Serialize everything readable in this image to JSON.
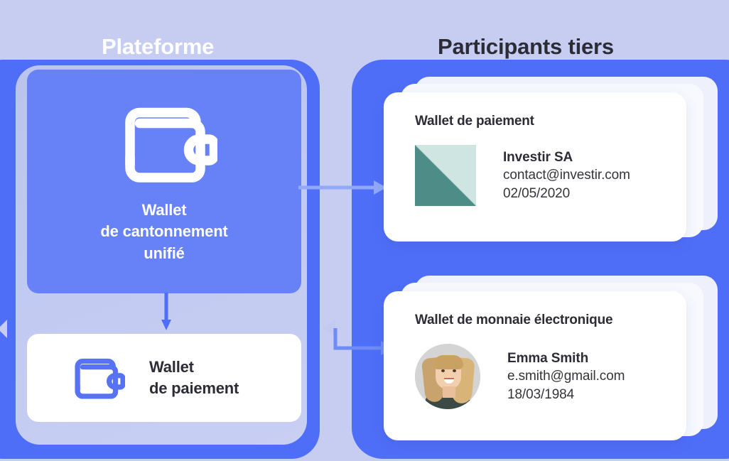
{
  "columns": {
    "left_title": "Plateforme",
    "right_title": "Participants tiers"
  },
  "left_panel": {
    "unified_wallet_card": {
      "icon": "wallet-icon",
      "line1": "Wallet",
      "line2": "de cantonnement",
      "line3": "unifié"
    },
    "payment_wallet_card": {
      "icon": "wallet-icon",
      "line1": "Wallet",
      "line2": "de paiement"
    }
  },
  "right_panel": {
    "cards": [
      {
        "title": "Wallet de paiement",
        "media": "company-logo",
        "name": "Investir SA",
        "email": "contact@investir.com",
        "date": "02/05/2020"
      },
      {
        "title": "Wallet de monnaie électronique",
        "media": "person-avatar",
        "name": "Emma Smith",
        "email": "e.smith@gmail.com",
        "date": "18/03/1984"
      }
    ]
  },
  "colors": {
    "background": "#c6cdf1",
    "panel_outer": "#4f6ef7",
    "panel_inner": "#bcc6f0",
    "card_blue": "#6682f6",
    "text_dark": "#2c2c36",
    "logo_dark_teal": "#4d8c87",
    "logo_light_teal": "#cfe5e2"
  }
}
